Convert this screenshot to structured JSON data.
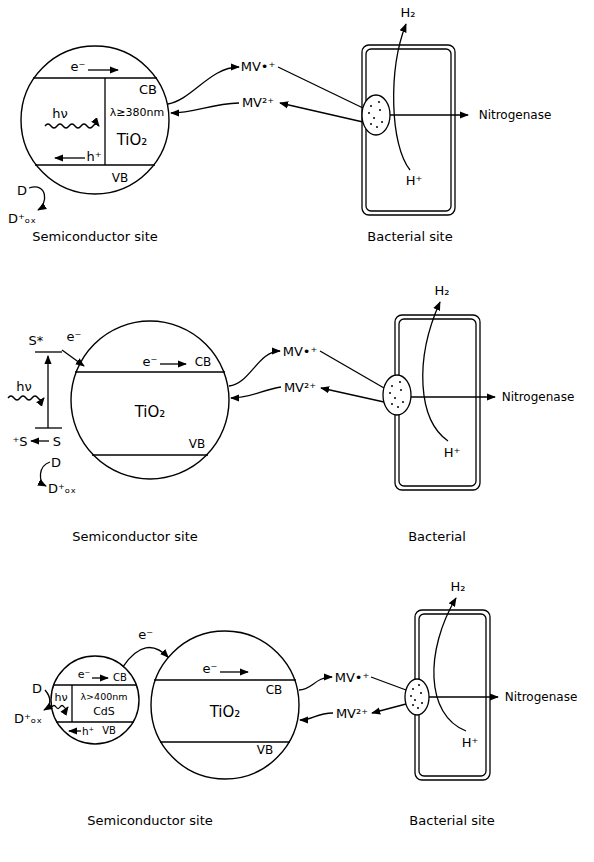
{
  "diagram": {
    "nodes": [
      {
        "text": [
          "e⁻",
          "CB",
          "hν",
          "λ≥380nm",
          "TiO₂",
          "h⁺",
          "VB"
        ]
      },
      {
        "text": [
          "e⁻",
          "CB",
          "TiO₂",
          "VB"
        ]
      },
      {
        "text": [
          "e⁻",
          "CB",
          "hν",
          "λ>400nm",
          "CdS",
          "h⁺",
          "VB"
        ]
      },
      {
        "text": [
          "e⁻",
          "CB",
          "TiO₂",
          "VB"
        ]
      }
    ],
    "edges": [
      {
        "from": 2,
        "to": 3,
        "label": "e⁻",
        "arrow": "to"
      }
    ],
    "labels": [
      "D",
      "D⁺ₒₓ",
      "MV•⁺",
      "MV²⁺",
      "H₂",
      "H⁺",
      "Nitrogenase",
      "Semiconductor site",
      "Bacterial site",
      "S*",
      "e⁻",
      "hν",
      "⁺S",
      "S",
      "D",
      "D⁺ₒₓ",
      "MV•⁺",
      "MV²⁺",
      "H₂",
      "H⁺",
      "Nitrogenase",
      "Semiconductor site",
      "Bacterial",
      "D",
      "D⁺ₒₓ",
      "MV•⁺",
      "MV²⁺",
      "H₂",
      "H⁺",
      "Nitrogenase",
      "Semiconductor site",
      "Bacterial site"
    ]
  }
}
